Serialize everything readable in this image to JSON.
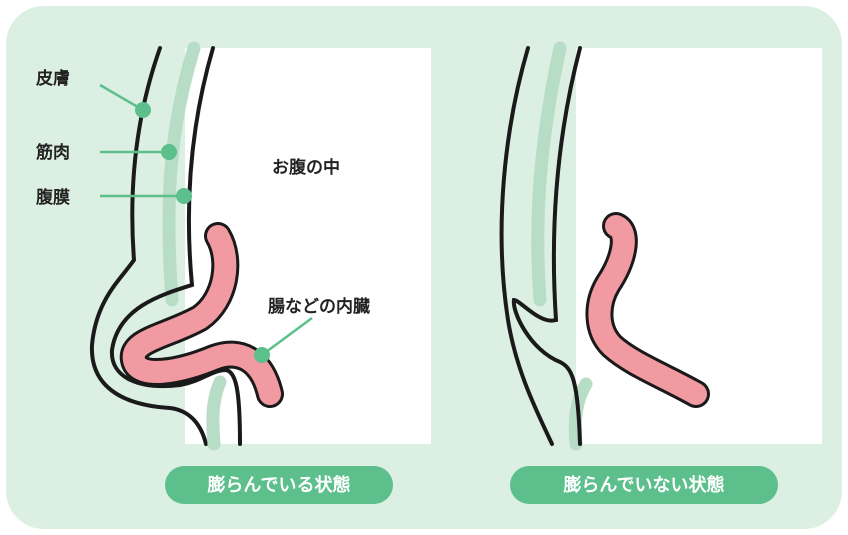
{
  "colors": {
    "background": "#dcefe3",
    "panel": "#ffffff",
    "muscle": "#b7ddc6",
    "accent": "#5cbf8c",
    "organ": "#f29aa1",
    "outline": "#1a1a1a",
    "pill": "#5cbf8c"
  },
  "labels": {
    "skin": "皮膚",
    "muscle": "筋肉",
    "peritoneum": "腹膜",
    "abdomen_inside": "お腹の中",
    "organs": "腸などの内臓"
  },
  "captions": {
    "bulging": "膨らんでいる状態",
    "not_bulging": "膨らんでいない状態"
  }
}
